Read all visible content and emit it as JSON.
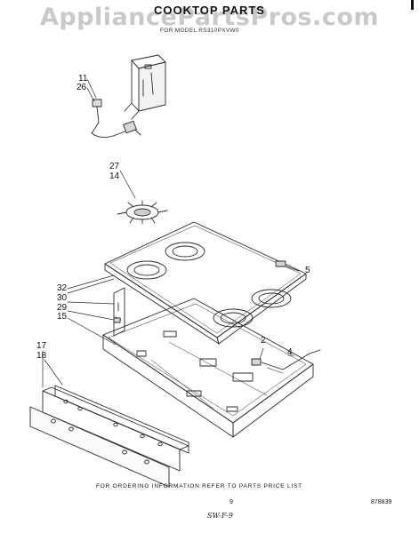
{
  "watermark": "AppliancePartsPros.com",
  "header": {
    "title": "COOKTOP PARTS",
    "subtitle": "FOR MODEL RS310PXVW0"
  },
  "callouts": [
    "11",
    "26",
    "27",
    "14",
    "5",
    "32",
    "30",
    "29",
    "15",
    "2",
    "4",
    "17",
    "18"
  ],
  "footer": {
    "ordering_note": "FOR ORDERING INFORMATION REFER TO PARTS PRICE LIST",
    "page_number": "9",
    "part_code": "878839",
    "handwritten_note": "SW-F-9"
  }
}
